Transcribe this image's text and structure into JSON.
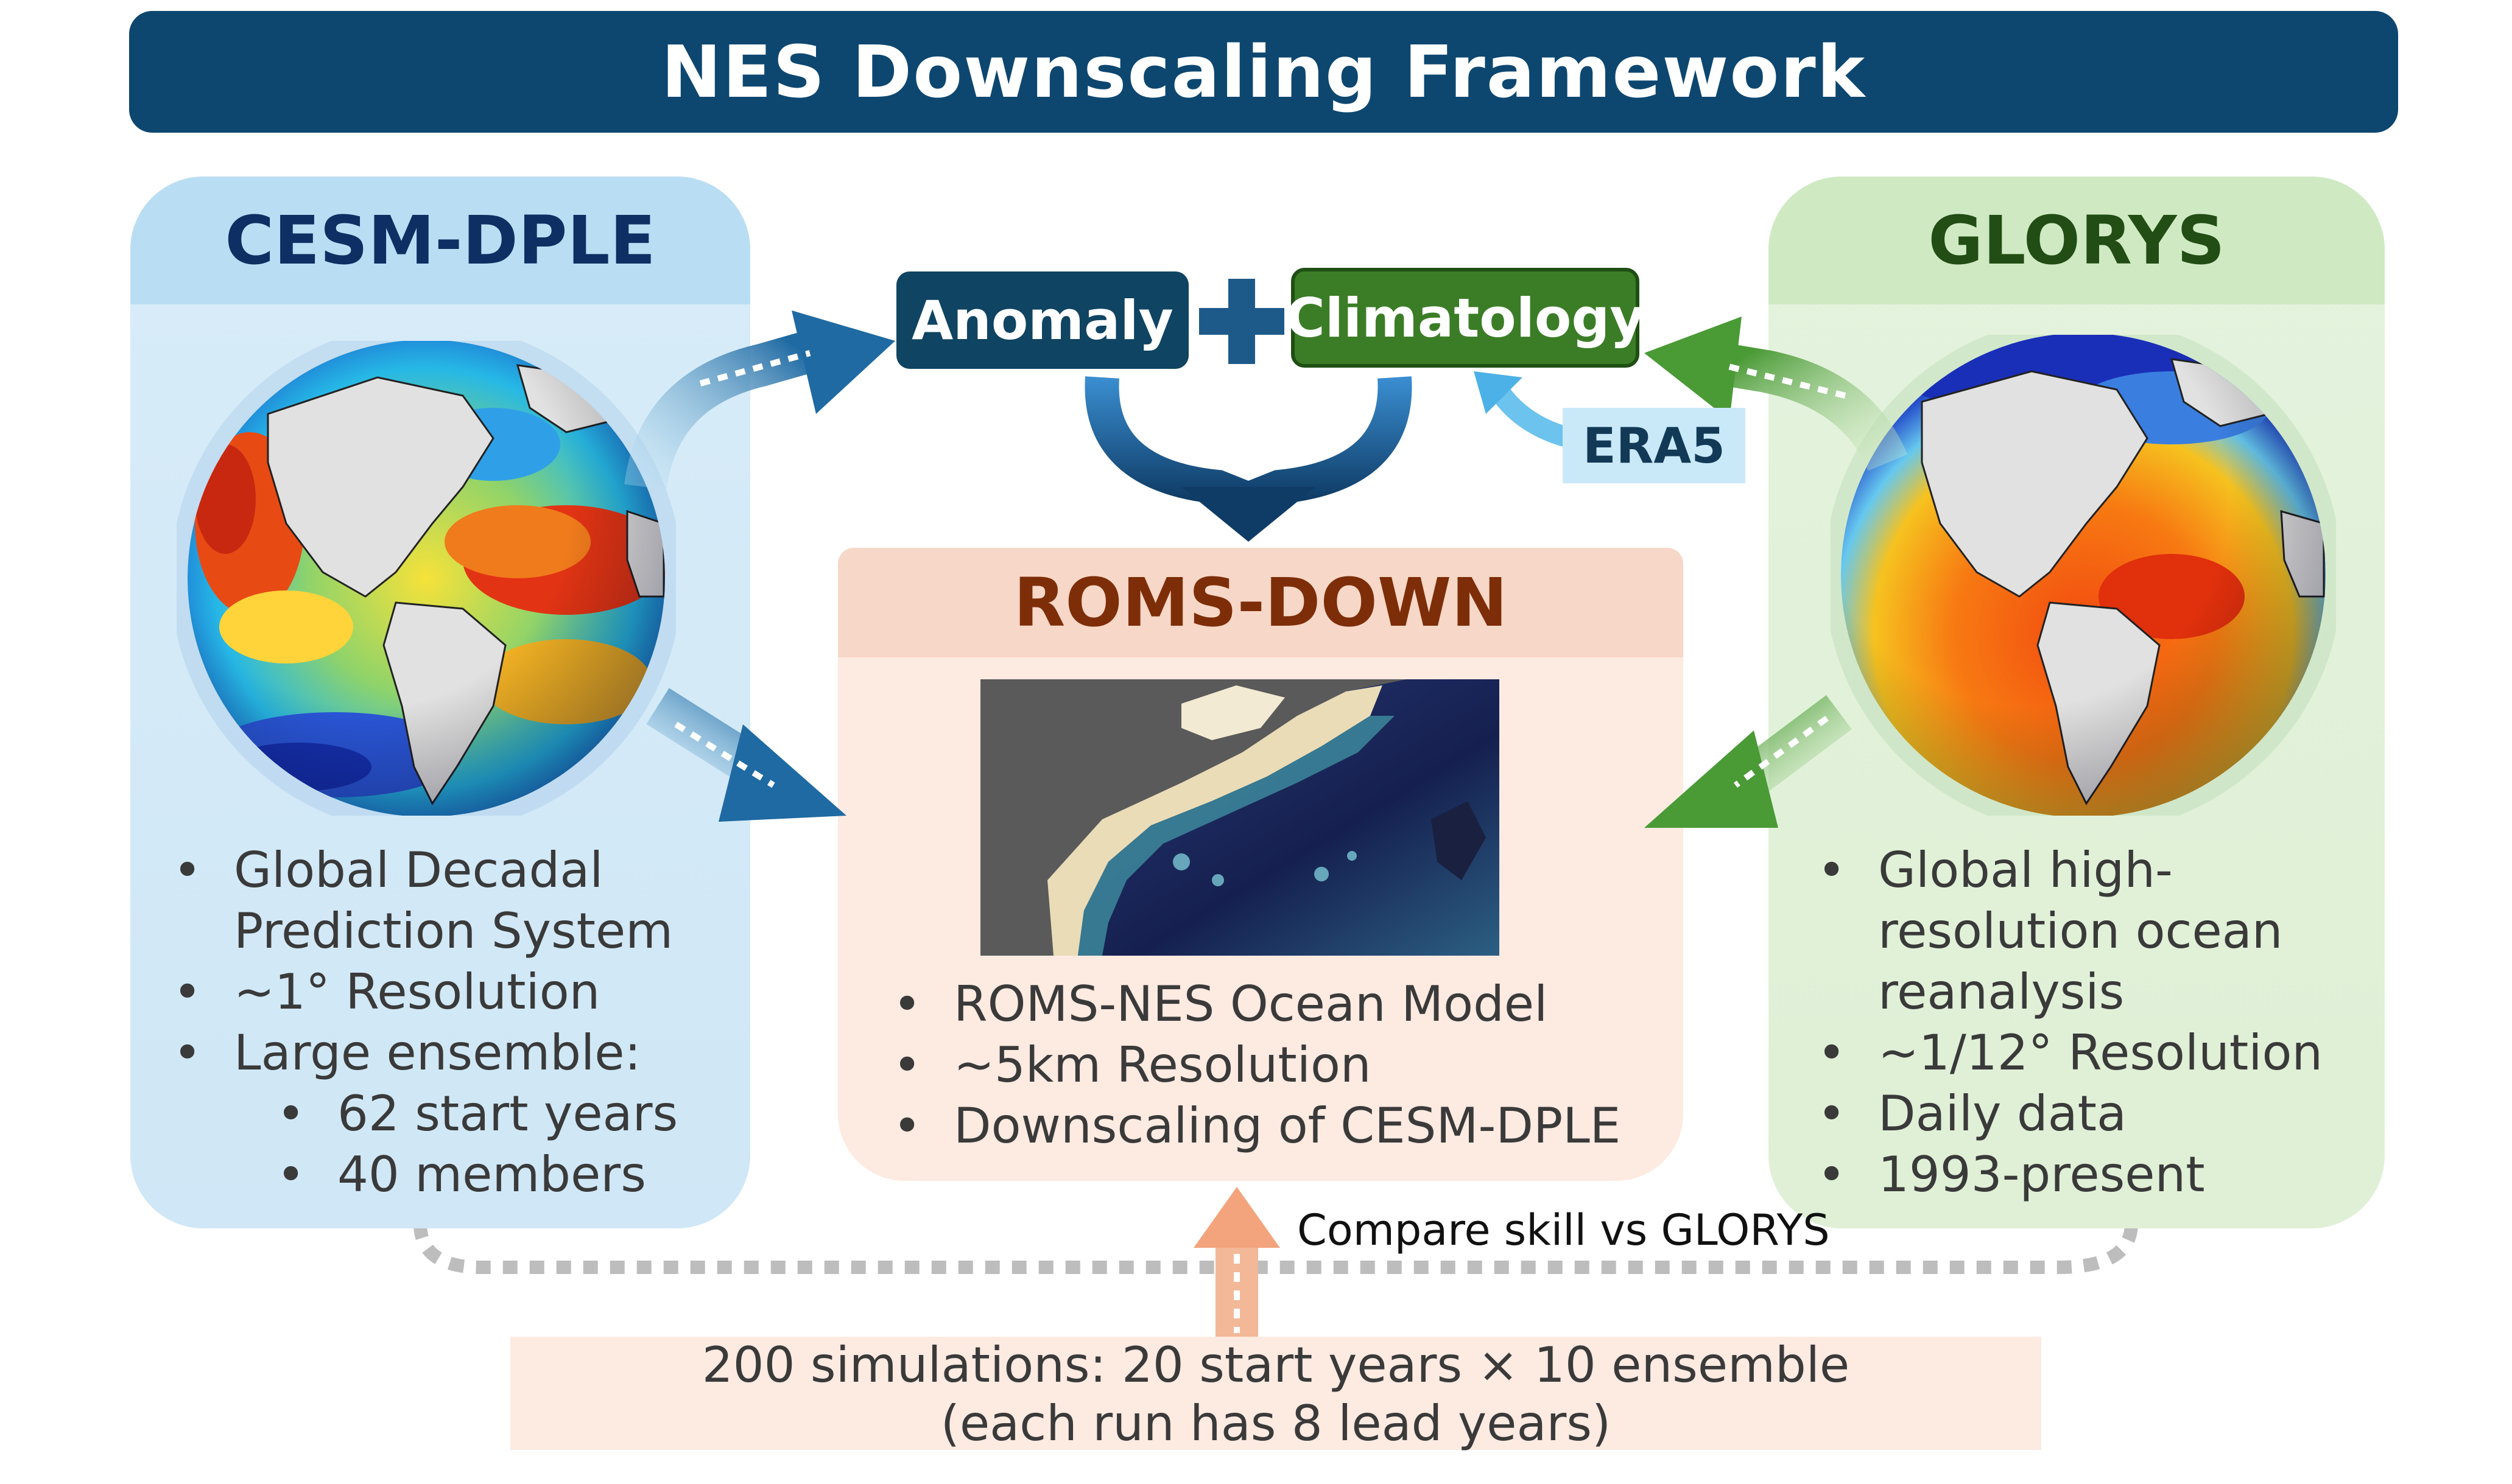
{
  "title": "NES Downscaling Framework",
  "cesm": {
    "heading": "CESM-DPLE",
    "bullets": [
      "Global Decadal Prediction System",
      "~1° Resolution",
      "Large ensemble:"
    ],
    "sub_bullets": [
      "62 start years",
      "40 members"
    ]
  },
  "glorys": {
    "heading": "GLORYS",
    "bullets": [
      "Global high-resolution ocean reanalysis",
      "~1/12° Resolution",
      "Daily data",
      "1993-present"
    ]
  },
  "roms": {
    "heading": "ROMS-DOWN",
    "bullets": [
      "ROMS-NES Ocean Model",
      "~5km Resolution",
      "Downscaling of CESM-DPLE"
    ]
  },
  "anomaly_label": "Anomaly",
  "climatology_label": "Climatology",
  "era5_label": "ERA5",
  "compare_label": "Compare skill vs GLORYS",
  "bottom": {
    "line1": "200 simulations: 20 start years × 10 ensemble",
    "line2": "(each run has 8 lead years)"
  },
  "colors": {
    "title_bg": "#0d4770",
    "cesm_panel": "#d8ecf8",
    "glorys_panel": "#e4f3dd",
    "roms_panel": "#fdeae1",
    "anomaly_bg": "#0f4462",
    "climatology_bg": "#3b7d26"
  }
}
